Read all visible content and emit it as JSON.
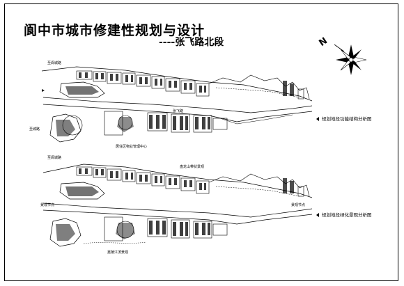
{
  "title": "阆中市城市修建性规划与设计",
  "subtitle": "----张飞路北段",
  "compass": {
    "letter": "N",
    "icon": "north-arrow-icon"
  },
  "top_plan": {
    "caption": "规划地段功能结构分析图",
    "labels": {
      "road_nw": "至阆城路",
      "road_center": "张飞路",
      "center_text": "居住区物业管理中心",
      "west_road": "至城路"
    }
  },
  "bottom_plan": {
    "caption": "规划地段绿化景观分析图",
    "labels": {
      "road_nw": "至阆城路",
      "mountain_view": "盘龙山带状景观",
      "square_left": "景观节点",
      "square_right": "景观节点",
      "river_view": "嘉陵江滨景观"
    }
  }
}
